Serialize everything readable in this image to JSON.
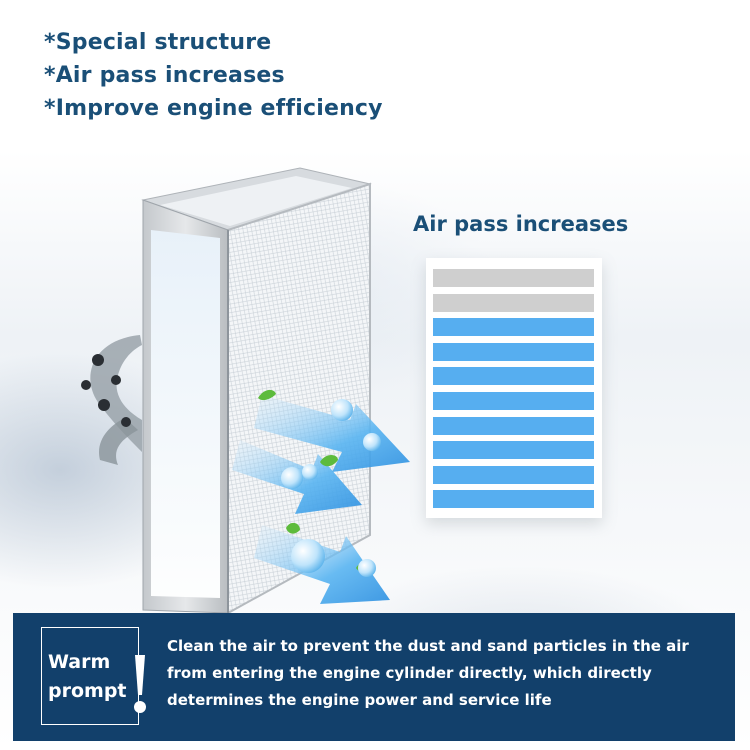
{
  "features": [
    "*Special structure",
    "*Air pass increases",
    "*Improve engine efficiency"
  ],
  "bars_panel": {
    "title": "Air pass increases",
    "bars": [
      "grey",
      "grey",
      "blue",
      "blue",
      "blue",
      "blue",
      "blue",
      "blue",
      "blue",
      "blue"
    ]
  },
  "banner": {
    "warm_label_line1": "Warm",
    "warm_label_line2": "prompt",
    "message": "Clean the air to prevent the dust and sand particles in the air from entering the engine cylinder directly, which directly determines the engine power and service life"
  },
  "colors": {
    "heading": "#1a4f77",
    "banner_bg": "#12406b",
    "bar_blue": "#56aef0",
    "bar_grey": "#cfcfcf"
  }
}
